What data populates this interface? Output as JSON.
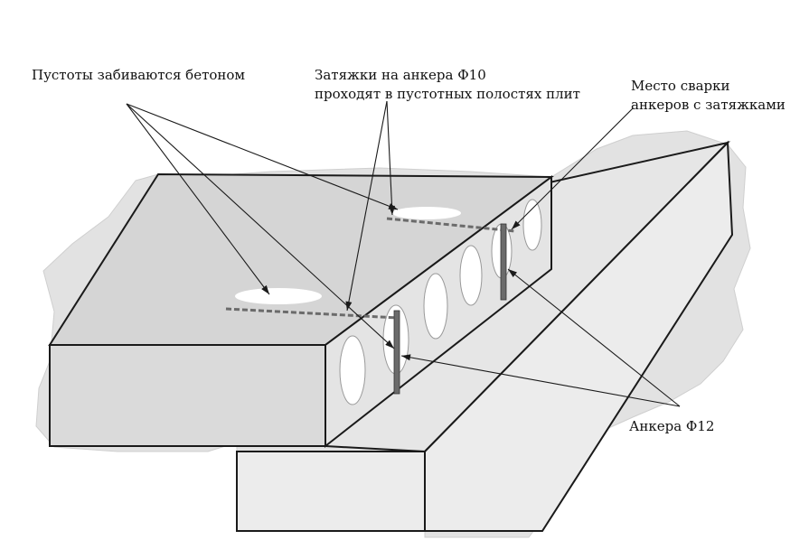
{
  "colors": {
    "background": "#ffffff",
    "floor": "#e2e2e2",
    "slab": "#d5d5d5",
    "beam_top": "#e6e6e6",
    "beam_side": "#ececec",
    "outline": "#1a1a1a",
    "void": "#ffffff",
    "rebar": "#6b6b6b",
    "text": "#111111"
  },
  "labels": {
    "voids_filled": "Пустоты забиваются бетоном",
    "ties_line1": "Затяжки на анкера Ф10",
    "ties_line2": "проходят в пустотных полостях плит",
    "weld_line1": "Место сварки",
    "weld_line2": "анкеров с затяжками",
    "anchors": "Анкера Ф12"
  },
  "icons": {
    "anchor": "rebar-anchor-icon",
    "tie": "rebar-tie-icon"
  }
}
